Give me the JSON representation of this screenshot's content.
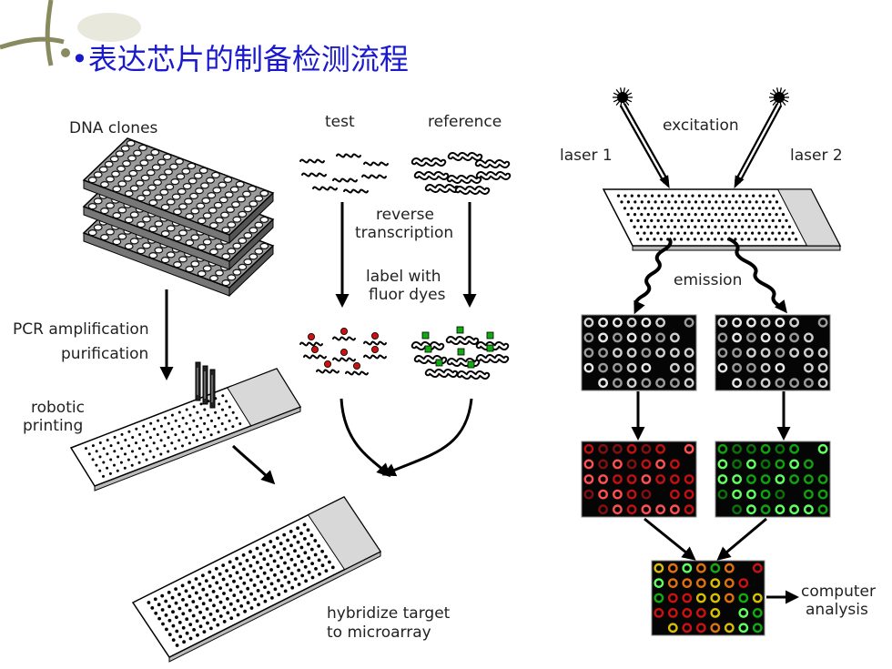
{
  "title": "•表达芯片的制备检测流程",
  "labels": {
    "dna_clones": "DNA clones",
    "test": "test",
    "reference": "reference",
    "reverse": "reverse",
    "transcription": "transcription",
    "label_with": "label with",
    "fluor_dyes": "fluor dyes",
    "pcr_amplification": "PCR amplification",
    "purification": "purification",
    "robotic": "robotic",
    "printing": "printing",
    "hybridize_target": "hybridize target",
    "to_microarray": "to microarray",
    "excitation": "excitation",
    "laser_1": "laser 1",
    "laser_2": "laser 2",
    "emission": "emission",
    "computer": "computer",
    "analysis": "analysis"
  },
  "colors": {
    "title": "#1a1acc",
    "dye_red": "#cc1111",
    "dye_green": "#11aa11",
    "spot_yellow": "#d8c000",
    "spot_orange": "#e07010",
    "panel_bg": "#050505",
    "slide_gray": "#d8d8d8"
  }
}
